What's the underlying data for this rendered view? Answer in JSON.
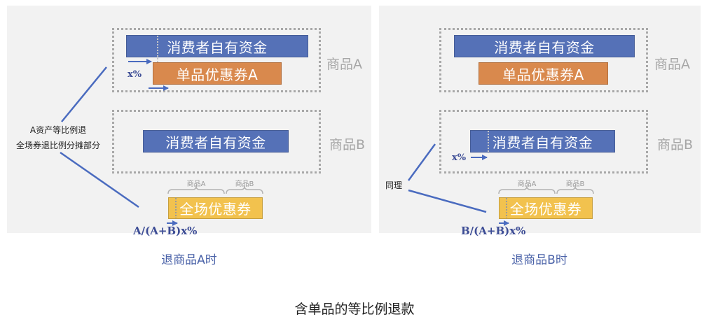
{
  "title": "含单品的等比例退款",
  "colors": {
    "blue_bar": "#5571b7",
    "orange_bar": "#d9894d",
    "yellow_bar": "#f2c24e",
    "panel_bg": "#f2f2f2",
    "accent_text": "#4a62a8"
  },
  "panels": [
    {
      "caption": "退商品A时",
      "product_a_label": "商品A",
      "product_b_label": "商品B",
      "box_a": {
        "own_funds": "消费者自有资金",
        "item_coupon": "单品优惠券A"
      },
      "box_b": {
        "own_funds": "消费者自有资金"
      },
      "note_lines": [
        "A资产等比例退",
        "全场券退比例分摊部分"
      ],
      "pct_label": "x%",
      "store_coupon": "全场优惠券",
      "bracket_labels": [
        "商品A",
        "商品B"
      ],
      "formula": "A/(A+B)x%"
    },
    {
      "caption": "退商品B时",
      "product_a_label": "商品A",
      "product_b_label": "商品B",
      "box_a": {
        "own_funds": "消费者自有资金",
        "item_coupon": "单品优惠券A"
      },
      "box_b": {
        "own_funds": "消费者自有资金"
      },
      "note_lines": [
        "同理"
      ],
      "pct_label": "x%",
      "store_coupon": "全场优惠券",
      "bracket_labels": [
        "商品A",
        "商品B"
      ],
      "formula": "B/(A+B)x%"
    }
  ]
}
